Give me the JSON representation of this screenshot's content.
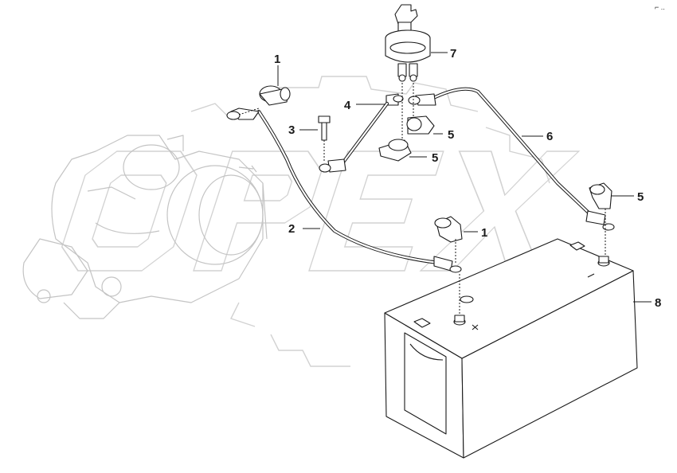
{
  "corner_mark": "⌐ ..",
  "callouts": [
    {
      "id": "c1a",
      "text": "1"
    },
    {
      "id": "c1b",
      "text": "1"
    },
    {
      "id": "c2",
      "text": "2"
    },
    {
      "id": "c3",
      "text": "3"
    },
    {
      "id": "c4",
      "text": "4"
    },
    {
      "id": "c5a",
      "text": "5"
    },
    {
      "id": "c5b",
      "text": "5"
    },
    {
      "id": "c5c",
      "text": "5"
    },
    {
      "id": "c6",
      "text": "6"
    },
    {
      "id": "c7",
      "text": "7"
    },
    {
      "id": "c8",
      "text": "8"
    }
  ],
  "parts": {
    "starter_motor": "starter-motor",
    "battery": "battery",
    "switch": "battery-isolator-switch",
    "cable_2": "cable",
    "cable_6": "cable",
    "cable_4": "jumper-strap",
    "bolt_3": "bolt",
    "cap_1": "terminal-cap",
    "boot_5": "terminal-boot"
  },
  "colors": {
    "line": "#1a1a1a",
    "ghost": "#c4c4c4",
    "watermark": "#d2d2d2",
    "background": "#ffffff"
  }
}
